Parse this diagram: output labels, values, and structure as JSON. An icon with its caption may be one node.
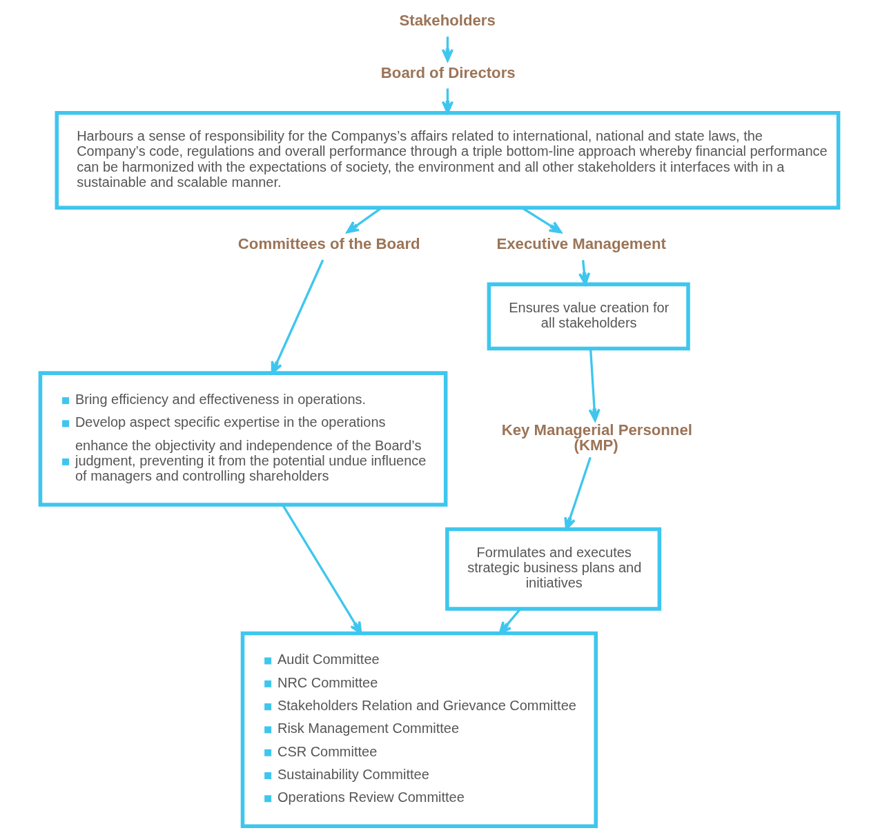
{
  "diagram": {
    "nodes": [
      {
        "text": [
          "Stakeholders"
        ]
      },
      {
        "text": [
          "Board of Directors"
        ]
      },
      {
        "text": [
          "Harbours a sense of responsibility for the Companys’s affairs related to international, national and state laws, the Company’s code, regulations and overall performance through a triple bottom-line approach whereby financial performance can be harmonized with the expectations of society, the environment and all other stakeholders it interfaces with in a sustainable and scalable manner."
        ]
      },
      {
        "text": [
          "Committees of the Board"
        ]
      },
      {
        "text": [
          "Bring efficiency and effectiveness in operations.",
          "Develop aspect specific expertise in the operations",
          "enhance the objectivity and independence of the Board’s judgment, preventing it from the potential undue influence of managers and controlling shareholders"
        ]
      },
      {
        "text": [
          "Audit Committee",
          "NRC Committee",
          "Stakeholders Relation and Grievance Committee",
          "Risk Management Committee",
          "CSR Committee",
          "Sustainability Committee",
          "Operations Review Committee"
        ]
      },
      {
        "text": [
          "Executive Management"
        ]
      },
      {
        "text": [
          "Ensures value creation for all stakeholders"
        ]
      },
      {
        "text": [
          "Key Managerial Personnel (KMP)"
        ]
      },
      {
        "text": [
          "Formulates and executes strategic business plans and initiatives"
        ]
      }
    ],
    "edges": [
      {
        "from": 0,
        "to": 1,
        "arrow": "to"
      },
      {
        "from": 1,
        "to": 2,
        "arrow": "to"
      },
      {
        "from": 2,
        "to": 3,
        "arrow": "to"
      },
      {
        "from": 2,
        "to": 6,
        "arrow": "to"
      },
      {
        "from": 3,
        "to": 4,
        "arrow": "to"
      },
      {
        "from": 4,
        "to": 5,
        "arrow": "to"
      },
      {
        "from": 6,
        "to": 7,
        "arrow": "to"
      },
      {
        "from": 7,
        "to": 8,
        "arrow": "to"
      },
      {
        "from": 8,
        "to": 9,
        "arrow": "to"
      },
      {
        "from": 9,
        "to": 5,
        "arrow": "to"
      }
    ]
  }
}
